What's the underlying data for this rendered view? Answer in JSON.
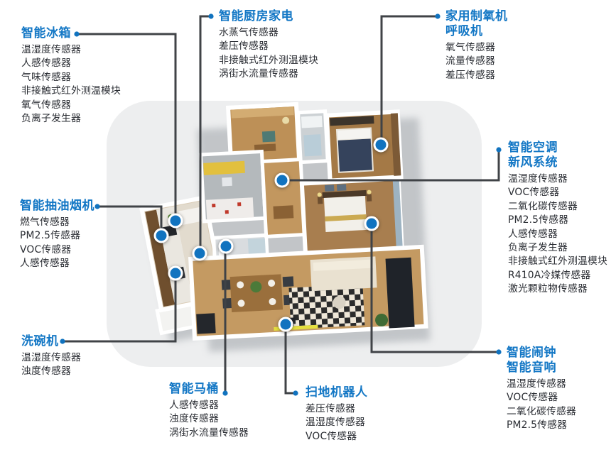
{
  "colors": {
    "page_background": "#ffffff",
    "panel_background": "#edeeef",
    "heading_blue": "#1377c5",
    "item_text": "#2a2d33",
    "connector_line": "#404347",
    "sensor_dot_blue": "#1173bf"
  },
  "panel": {
    "shape": "rounded-rectangle",
    "content": "3d-apartment-floor-plan"
  },
  "groups": [
    {
      "id": "fridge",
      "title1": "智能冰箱",
      "title2": "",
      "items": [
        "温湿度传感器",
        "人感传感器",
        "气味传感器",
        "非接触式红外测温模块",
        "氧气传感器",
        "负离子发生器"
      ]
    },
    {
      "id": "kitchen-appliances",
      "title1": "智能厨房家电",
      "title2": "",
      "items": [
        "水蒸气传感器",
        "差压传感器",
        "非接触式红外测温模块",
        "涡街水流量传感器"
      ]
    },
    {
      "id": "oxygen-machine",
      "title1": "家用制氧机",
      "title2": "呼吸机",
      "items": [
        "氧气传感器",
        "流量传感器",
        "差压传感器"
      ]
    },
    {
      "id": "hvac",
      "title1": "智能空调",
      "title2": "新风系统",
      "items": [
        "温湿度传感器",
        "VOC传感器",
        "二氧化碳传感器",
        "PM2.5传感器",
        "人感传感器",
        "负离子发生器",
        "非接触式红外测温模块",
        "R410A冷媒传感器",
        "激光颗粒物传感器"
      ]
    },
    {
      "id": "range-hood",
      "title1": "智能抽油烟机",
      "title2": "",
      "items": [
        "燃气传感器",
        "PM2.5传感器",
        "VOC传感器",
        "人感传感器"
      ]
    },
    {
      "id": "dishwasher",
      "title1": "洗碗机",
      "title2": "",
      "items": [
        "温湿度传感器",
        "浊度传感器"
      ]
    },
    {
      "id": "smart-toilet",
      "title1": "智能马桶",
      "title2": "",
      "items": [
        "人感传感器",
        "浊度传感器",
        "涡街水流量传感器"
      ]
    },
    {
      "id": "sweeping-robot",
      "title1": "扫地机器人",
      "title2": "",
      "items": [
        "差压传感器",
        "温湿度传感器",
        "VOC传感器"
      ]
    },
    {
      "id": "smart-clock",
      "title1": "智能闹钟",
      "title2": "智能音响",
      "items": [
        "温湿度传感器",
        "VOC传感器",
        "二氧化碳传感器",
        "PM2.5传感器"
      ]
    }
  ]
}
